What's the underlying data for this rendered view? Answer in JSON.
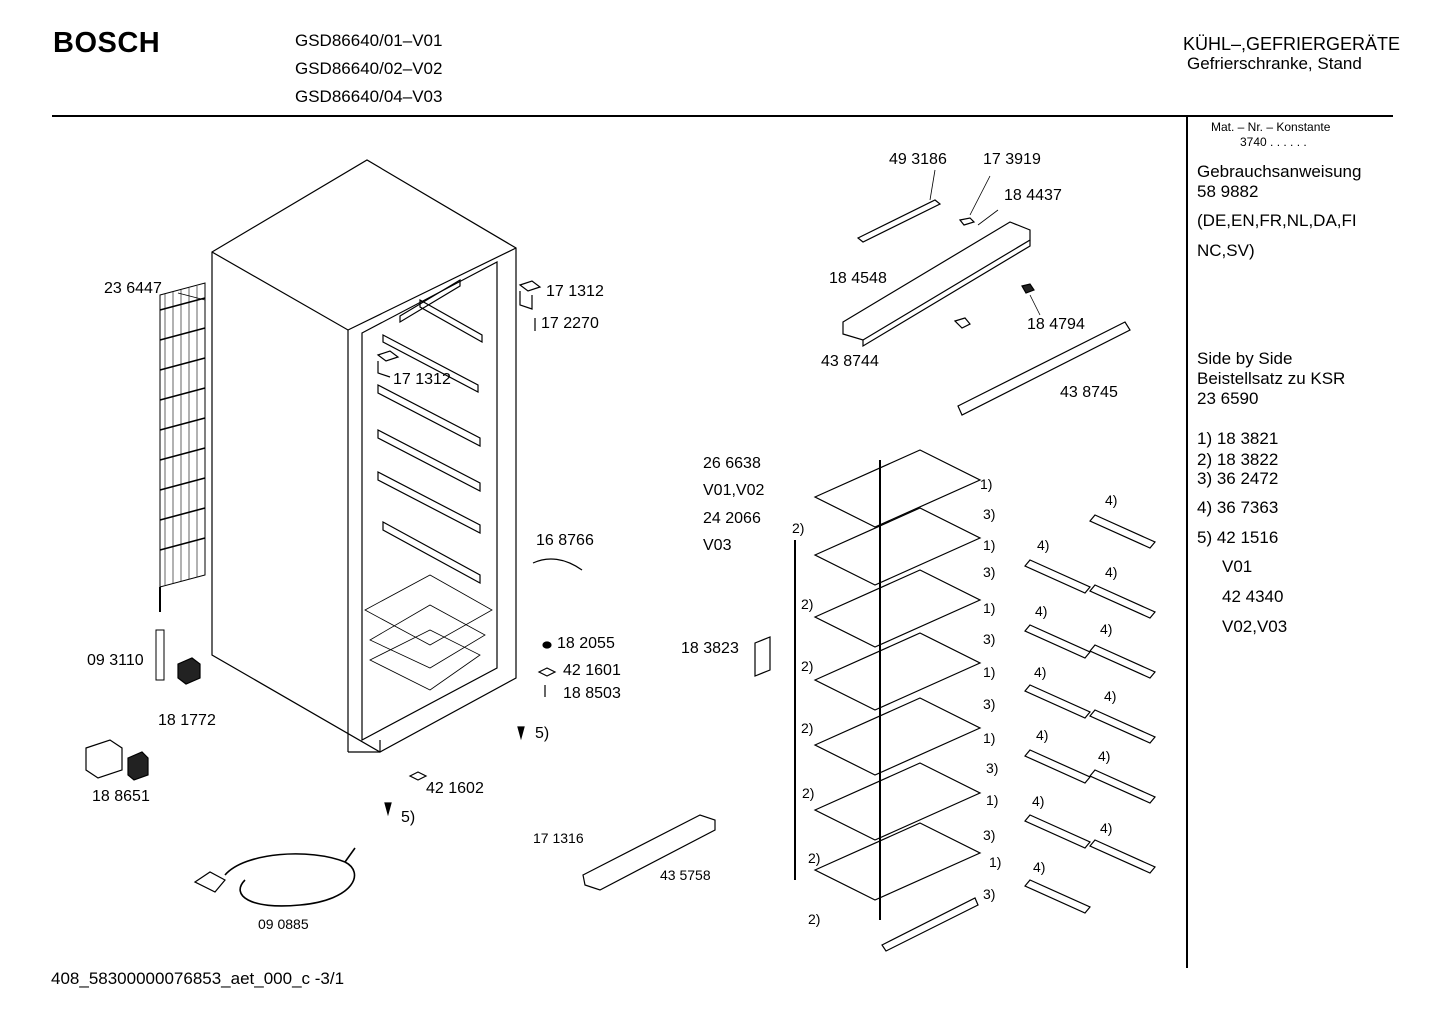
{
  "header": {
    "brand": "BOSCH",
    "models": [
      "GSD86640/01–V01",
      "GSD86640/02–V02",
      "GSD86640/04–V03"
    ],
    "category": "KÜHL–,GEFRIERGERÄTE",
    "subcategory": "Gefrierschranke, Stand"
  },
  "side_panel": {
    "mat_nr_label": "Mat. – Nr. – Konstante",
    "mat_nr_value": "3740 . . . . . .",
    "manual_label": "Gebrauchsanweisung",
    "manual_number": "58 9882",
    "languages_1": "(DE,EN,FR,NL,DA,FI",
    "languages_2": "NC,SV)",
    "sbs_1": "Side by Side",
    "sbs_2": "Beistellsatz zu KSR",
    "sbs_3": "23 6590",
    "legend": [
      "1) 18 3821",
      "2) 18 3822",
      "3) 36 2472",
      "4) 36 7363",
      "5) 42 1516"
    ],
    "variants": [
      "V01",
      "42 4340",
      "V02,V03"
    ]
  },
  "parts": {
    "p236447": "23 6447",
    "p171312a": "17 1312",
    "p172270": "17 2270",
    "p171312b": "17 1312",
    "p093110": "09 3110",
    "p181772": "18 1772",
    "p188651": "18 8651",
    "p090885": "09 0885",
    "p168766": "16 8766",
    "p182055": "18 2055",
    "p421601": "42 1601",
    "p188503": "18 8503",
    "p5a": "5)",
    "p421602": "42 1602",
    "p5b": "5)",
    "p171316": "17 1316",
    "p435758": "43 5758",
    "p493186": "49 3186",
    "p173919": "17 3919",
    "p184437": "18 4437",
    "p184548": "18 4548",
    "p184794": "18 4794",
    "p438744": "43 8744",
    "p438745": "43 8745",
    "p266638": "26 6638",
    "pv0102": "V01,V02",
    "p242066": "24 2066",
    "pv03": "V03",
    "p183823": "18 3823"
  },
  "rack_marks": {
    "one": "1)",
    "two": "2)",
    "three": "3)",
    "four": "4)"
  },
  "footer": "408_58300000076853_aet_000_c -3/1"
}
